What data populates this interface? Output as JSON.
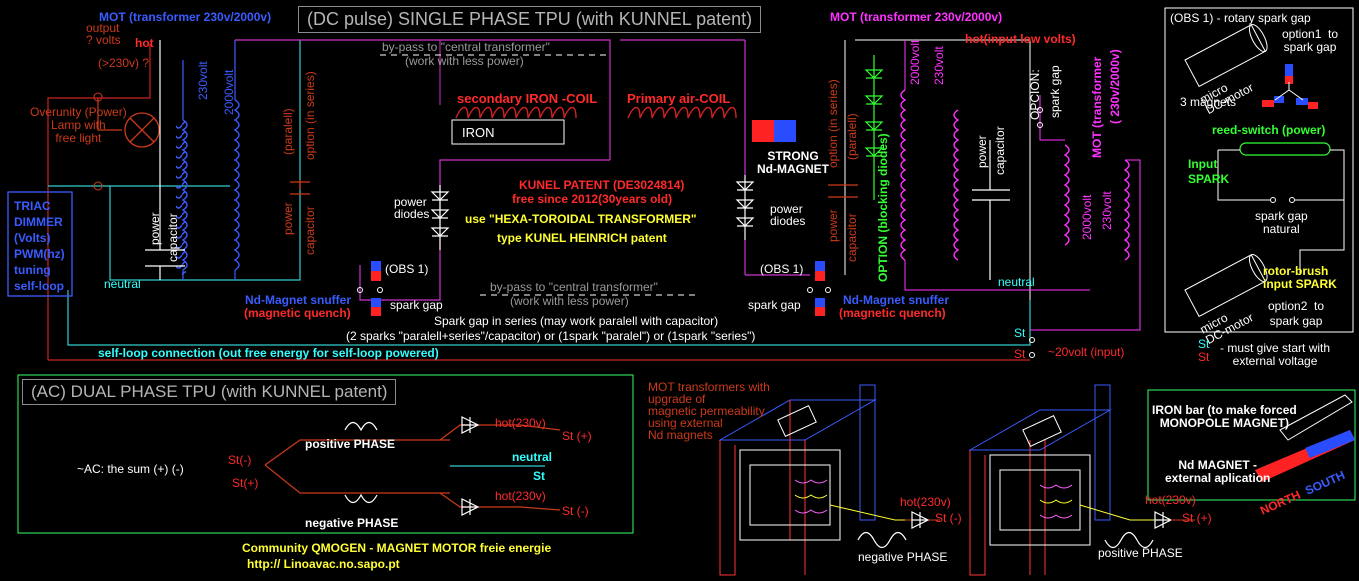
{
  "colors": {
    "blue_label": "#3a5cff",
    "magenta": "#ff33ff",
    "red": "#ff2a2a",
    "orange_red": "#cc3a1a",
    "yellow": "#ffff33",
    "green": "#33ff33",
    "cyan": "#33ffff",
    "white": "#ffffff",
    "brown": "#9a5a2a",
    "grey": "#9a9a9a"
  },
  "top": {
    "title": "(DC pulse) SINGLE PHASE TPU (with KUNNEL patent)",
    "mot_left": "MOT (transformer 230v/2000v)",
    "mot_right": "MOT (transformer 230v/2000v)",
    "output": "output\n? volts",
    "hot": "hot",
    "over230": "(>230v) ?",
    "lamp": "Overunity (Power)\nLamp with\nfree light",
    "triac": "TRIAC\nDIMMER\n(Volts)\nPWM(hz)\ntuning\nself-loop",
    "neutral_left": "neutral",
    "neutral_right": "neutral",
    "bypass_top": "by-pass to \"central transformer\"",
    "bypass_top_sub": "(work with less power)",
    "bypass_bottom": "by-pass to \"central transformer\"",
    "bypass_bottom_sub": "(work with less power)",
    "secondary_coil": "secondary IRON -COIL",
    "primary_coil": "Primary air-COIL",
    "iron": "IRON",
    "strong_magnet": "STRONG\nNd-MAGNET",
    "kunel_patent": "KUNEL PATENT (DE3024814)",
    "kunel_free": "free since 2012(30years old)",
    "hexa": "use \"HEXA-TOROIDAL TRANSFORMER\"",
    "hexa_sub": "type KUNEL HEINRICH patent",
    "power_diodes_left": "power\ndiodes",
    "power_diodes_right": "power\ndiodes",
    "obs1_left": "(OBS 1)",
    "obs1_right": "(OBS 1)",
    "spark_gap_left": "spark gap",
    "spark_gap_right": "spark gap",
    "snuffer_left": "Nd-Magnet snuffer",
    "quench_left": "(magnetic quench)",
    "snuffer_right": "Nd-Magnet snuffer",
    "quench_right": "(magnetic quench)",
    "spark_series": "Spark gap in series (may work paralell with capacitor)",
    "spark_modes": "(2 sparks \"paralell+series\"/capacitor) or (1spark \"paralel\") or (1spark \"series\")",
    "self_loop": "self-loop connection (out free energy for self-loop powered)",
    "st_cyan": "St",
    "st_red": "St",
    "twenty_volt": "~20volt (input)",
    "hot_input": "hot(input low volts)",
    "opcion": "OPCION:",
    "opcion_spark": "spark gap",
    "mot_vert": "MOT (transformer",
    "mot_vert2": "( 230v/2000v)",
    "option_blocking": "OPTION (blocking diodes)",
    "v230": "230volt",
    "v2000": "2000volt",
    "paralell": "(paralell)",
    "option_series": "option (in series)",
    "power": "power",
    "capacitor": "capacitor"
  },
  "obs_panel": {
    "title": "(OBS 1) - rotary spark gap",
    "option1": "option1  to\nspark gap",
    "micro_motor": "micro\nDC-motor",
    "three_magnets": "3 magnets",
    "reed_switch": "reed-switch (power)",
    "input_spark": "Input\nSPARK",
    "spark_gap_natural": "spark gap\nnatural",
    "rotor_brush": "rotor-brush\ninput SPARK",
    "micro_motor2": "micro\nDC-motor",
    "option2": "option2  to\nspark gap",
    "note_st_cyan": "St",
    "note_st_red": "St",
    "note": "- must give start with\nexternal voltage"
  },
  "bottom": {
    "title": "(AC)  DUAL PHASE TPU (with KUNNEL patent)",
    "positive_phase": "positive PHASE",
    "negative_phase": "negative PHASE",
    "sum": "~AC: the sum (+) (-)",
    "st_minus": "St(-)",
    "st_plus": "St(+)",
    "hot230_top": "hot(230v)",
    "st_plus_out": "St (+)",
    "neutral": "neutral",
    "st_mid": "St",
    "hot230_bottom": "hot(230v)",
    "st_minus_out": "St (-)",
    "community": "Community QMOGEN - MAGNET MOTOR freie energie",
    "url": "http://  Linoavac.no.sapo.pt",
    "mot_note": "MOT transformers with\nupgrade of\nmagnetic permeability\nusing external\nNd magnets",
    "hot230_left": "hot(230v)",
    "st_minus_left": "St (-)",
    "negative_phase_right": "negative PHASE",
    "hot230_right": "hot(230v)",
    "st_plus_right": "St (+)",
    "positive_phase_right": "positive PHASE",
    "iron_bar": "IRON bar (to make forced\nMONOPOLE MAGNET)",
    "nd_magnet": "Nd MAGNET -\nexternal aplication",
    "north": "NORTH",
    "south": "SOUTH"
  }
}
